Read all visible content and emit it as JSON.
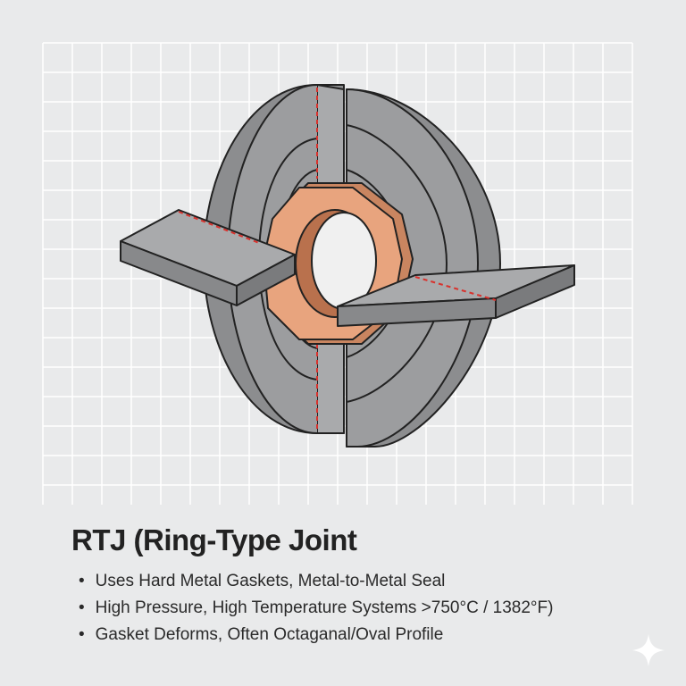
{
  "title": "RTJ (Ring-Type Joint",
  "bullets": [
    "Uses Hard Metal Gaskets, Metal-to-Metal Seal",
    "High Pressure, High Temperature Systems >750°C / 1382°F)",
    "Gasket Deforms, Often Octaganal/Oval Profile"
  ],
  "colors": {
    "background": "#e9eaeb",
    "grid": "#ffffff",
    "steel": "#9a9b9d",
    "steel_dark": "#7f8082",
    "copper": "#e8a47e",
    "copper_dark": "#c98560",
    "cut_line": "#d8332e"
  },
  "icons": [
    "sparkle-icon"
  ]
}
